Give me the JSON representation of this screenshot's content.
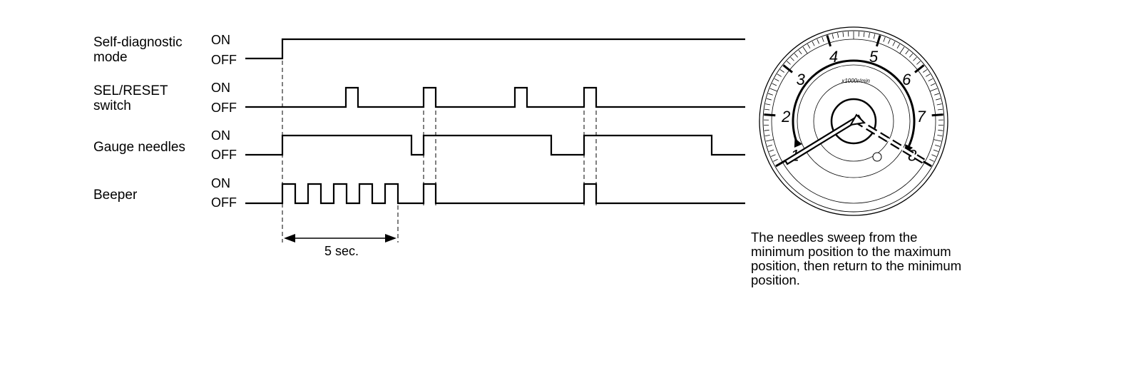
{
  "signals": [
    {
      "label": "Self-diagnostic\nmode",
      "on_label": "ON",
      "off_label": "OFF"
    },
    {
      "label": "SEL/RESET\nswitch",
      "on_label": "ON",
      "off_label": "OFF"
    },
    {
      "label": "Gauge needles",
      "on_label": "ON",
      "off_label": "OFF"
    },
    {
      "label": "Beeper",
      "on_label": "ON",
      "off_label": "OFF"
    }
  ],
  "duration_label": "5 sec.",
  "gauge": {
    "unit_label": "x1000r/min",
    "scale": [
      "1",
      "2",
      "3",
      "4",
      "5",
      "6",
      "7",
      "8"
    ]
  },
  "caption": "The needles sweep from the minimum position to the maximum position, then return to the minimum position."
}
